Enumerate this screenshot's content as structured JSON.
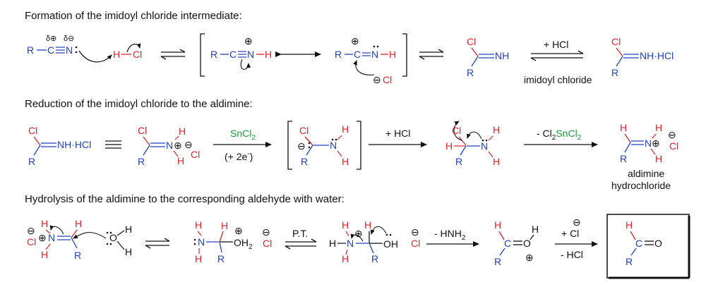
{
  "colors": {
    "red": "#e0202a",
    "blue": "#2040c0",
    "green": "#1a9a3a",
    "black": "#111111"
  },
  "sections": [
    {
      "title": "Formation of the imidoyl chloride intermediate:"
    },
    {
      "title": "Reduction of the imidoyl chloride to the aldimine:"
    },
    {
      "title": "Hydrolysis of the aldimine to the corresponding aldehyde with water:"
    }
  ],
  "atoms": {
    "R": "R",
    "C": "C",
    "N": "N",
    "H": "H",
    "Cl": "Cl",
    "O": "O",
    "OH": "OH",
    "OH2": "OH",
    "sub2": "2",
    "plus": "⊕",
    "minus": "⊖",
    "NH_HCl": "NH·HCl",
    "NH": "NH",
    "delta_plus": "δ⊕",
    "delta_minus": "δ⊖",
    "H_Cl": "H",
    "Cl_dot": "Cl"
  },
  "row1": {
    "hcl_reagent": "+ HCl",
    "caption": "imidoyl chloride"
  },
  "row2": {
    "reagent_top": "SnCl",
    "reagent_top_sub": "2",
    "reagent_bottom": "(+ 2e",
    "reagent_bottom_sup": "-",
    "reagent_bottom_end": ")",
    "hcl_reagent": "+ HCl",
    "elim_reagent": "- Cl",
    "elim_sub1": "2",
    "elim_mid": "SnCl",
    "elim_sub2": "2",
    "caption_line1": "aldimine",
    "caption_line2": "hydrochloride"
  },
  "row3": {
    "pt_label": "P.T.",
    "elim_reagent": "- HNH",
    "elim_sub": "2",
    "add_cl_top": "+ Cl",
    "add_cl_bottom": "- HCl"
  }
}
